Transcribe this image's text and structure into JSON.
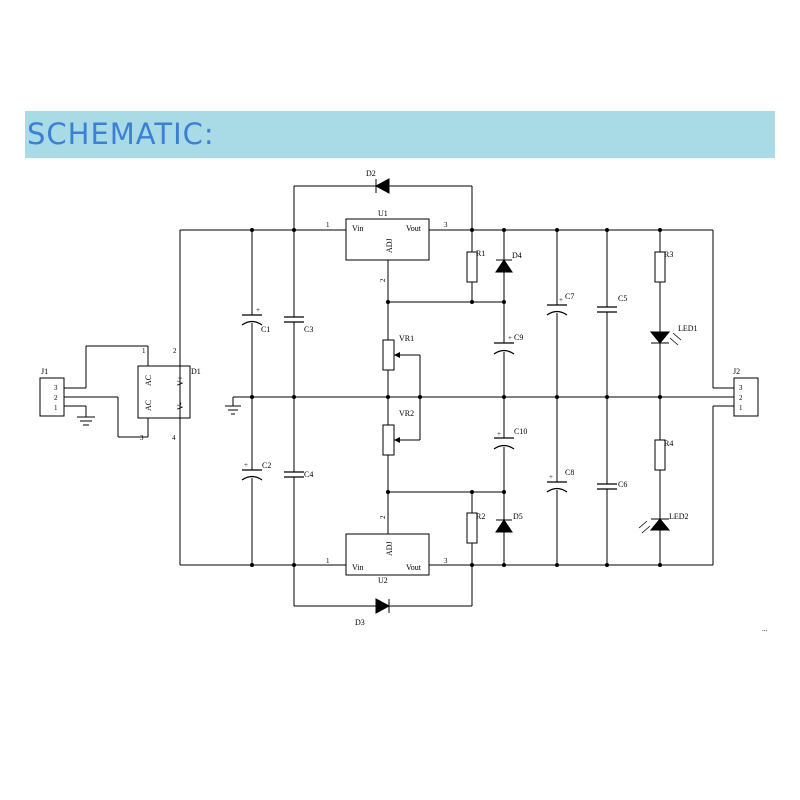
{
  "header": {
    "title": "SCHEMATIC:"
  },
  "components": {
    "D1": "D1",
    "D2": "D2",
    "D3": "D3",
    "D4": "D4",
    "D5": "D5",
    "U1": "U1",
    "U2": "U2",
    "C1": "C1",
    "C2": "C2",
    "C3": "C3",
    "C4": "C4",
    "C5": "C5",
    "C6": "C6",
    "C7": "C7",
    "C8": "C8",
    "C9": "C9",
    "C10": "C10",
    "R1": "R1",
    "R2": "R2",
    "R3": "R3",
    "R4": "R4",
    "VR1": "VR1",
    "VR2": "VR2",
    "LED1": "LED1",
    "LED2": "LED2",
    "J1": "J1",
    "J2": "J2"
  },
  "regulator": {
    "vin": "Vin",
    "vout": "Vout",
    "adj": "ADJ",
    "pin1": "1",
    "pin2": "2",
    "pin3": "3"
  },
  "bridge": {
    "ac_top": "AC",
    "ac_bottom": "AC",
    "vplus": "V+",
    "vminus": "V-",
    "pin1": "1",
    "pin2": "2",
    "pin3": "3",
    "pin4": "4"
  },
  "connector": {
    "pin3": "3",
    "pin2": "2",
    "pin1": "1"
  },
  "polarity": {
    "plus": "+"
  },
  "footnote": "..."
}
